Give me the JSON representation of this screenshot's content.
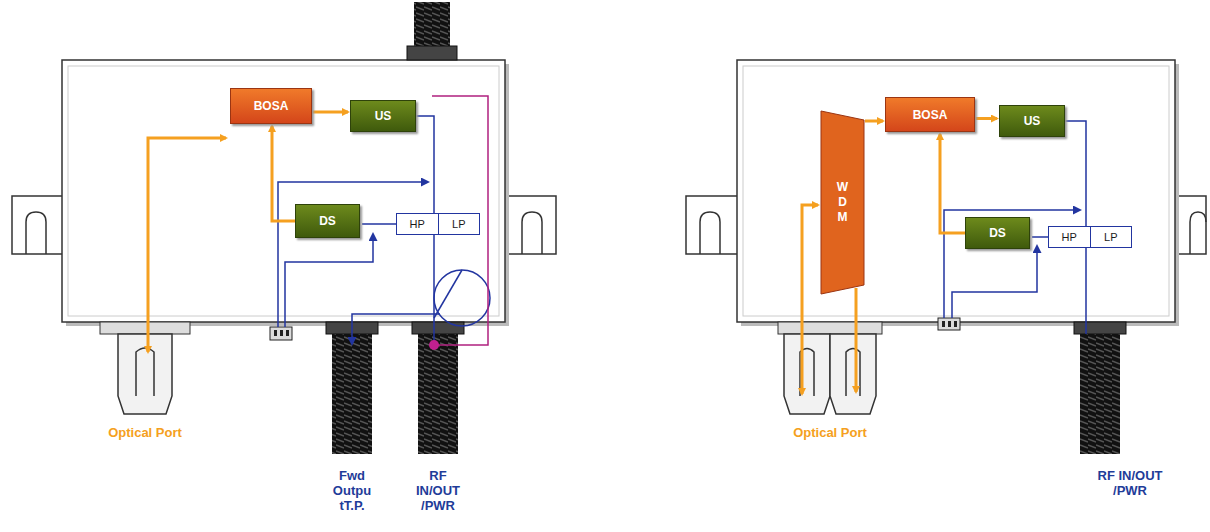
{
  "diagram": {
    "nodes": [
      {
        "text": [
          "BOSA"
        ]
      },
      {
        "text": [
          "US"
        ]
      },
      {
        "text": [
          "DS"
        ]
      },
      {
        "text": [
          "HP",
          "LP"
        ]
      },
      {
        "text": [
          "W D M"
        ]
      },
      {
        "text": [
          "BOSA"
        ]
      },
      {
        "text": [
          "US"
        ]
      },
      {
        "text": [
          "DS"
        ]
      },
      {
        "text": [
          "HP",
          "LP"
        ]
      }
    ],
    "edges": [
      {
        "from": 0,
        "to": 1,
        "arrow": "to"
      },
      {
        "from": 2,
        "to": 0,
        "arrow": "to"
      },
      {
        "from": 3,
        "to": 2,
        "arrow": "none"
      },
      {
        "from": 4,
        "to": 5,
        "arrow": "to"
      },
      {
        "from": 5,
        "to": 6,
        "arrow": "to"
      },
      {
        "from": 7,
        "to": 5,
        "arrow": "to"
      },
      {
        "from": 8,
        "to": 7,
        "arrow": "none"
      }
    ],
    "labels": [
      "Optical Port",
      "Fwd Outpu tT.P.",
      "RF IN/OUT /PWR",
      "Optical Port",
      "RF IN/OUT /PWR"
    ]
  }
}
